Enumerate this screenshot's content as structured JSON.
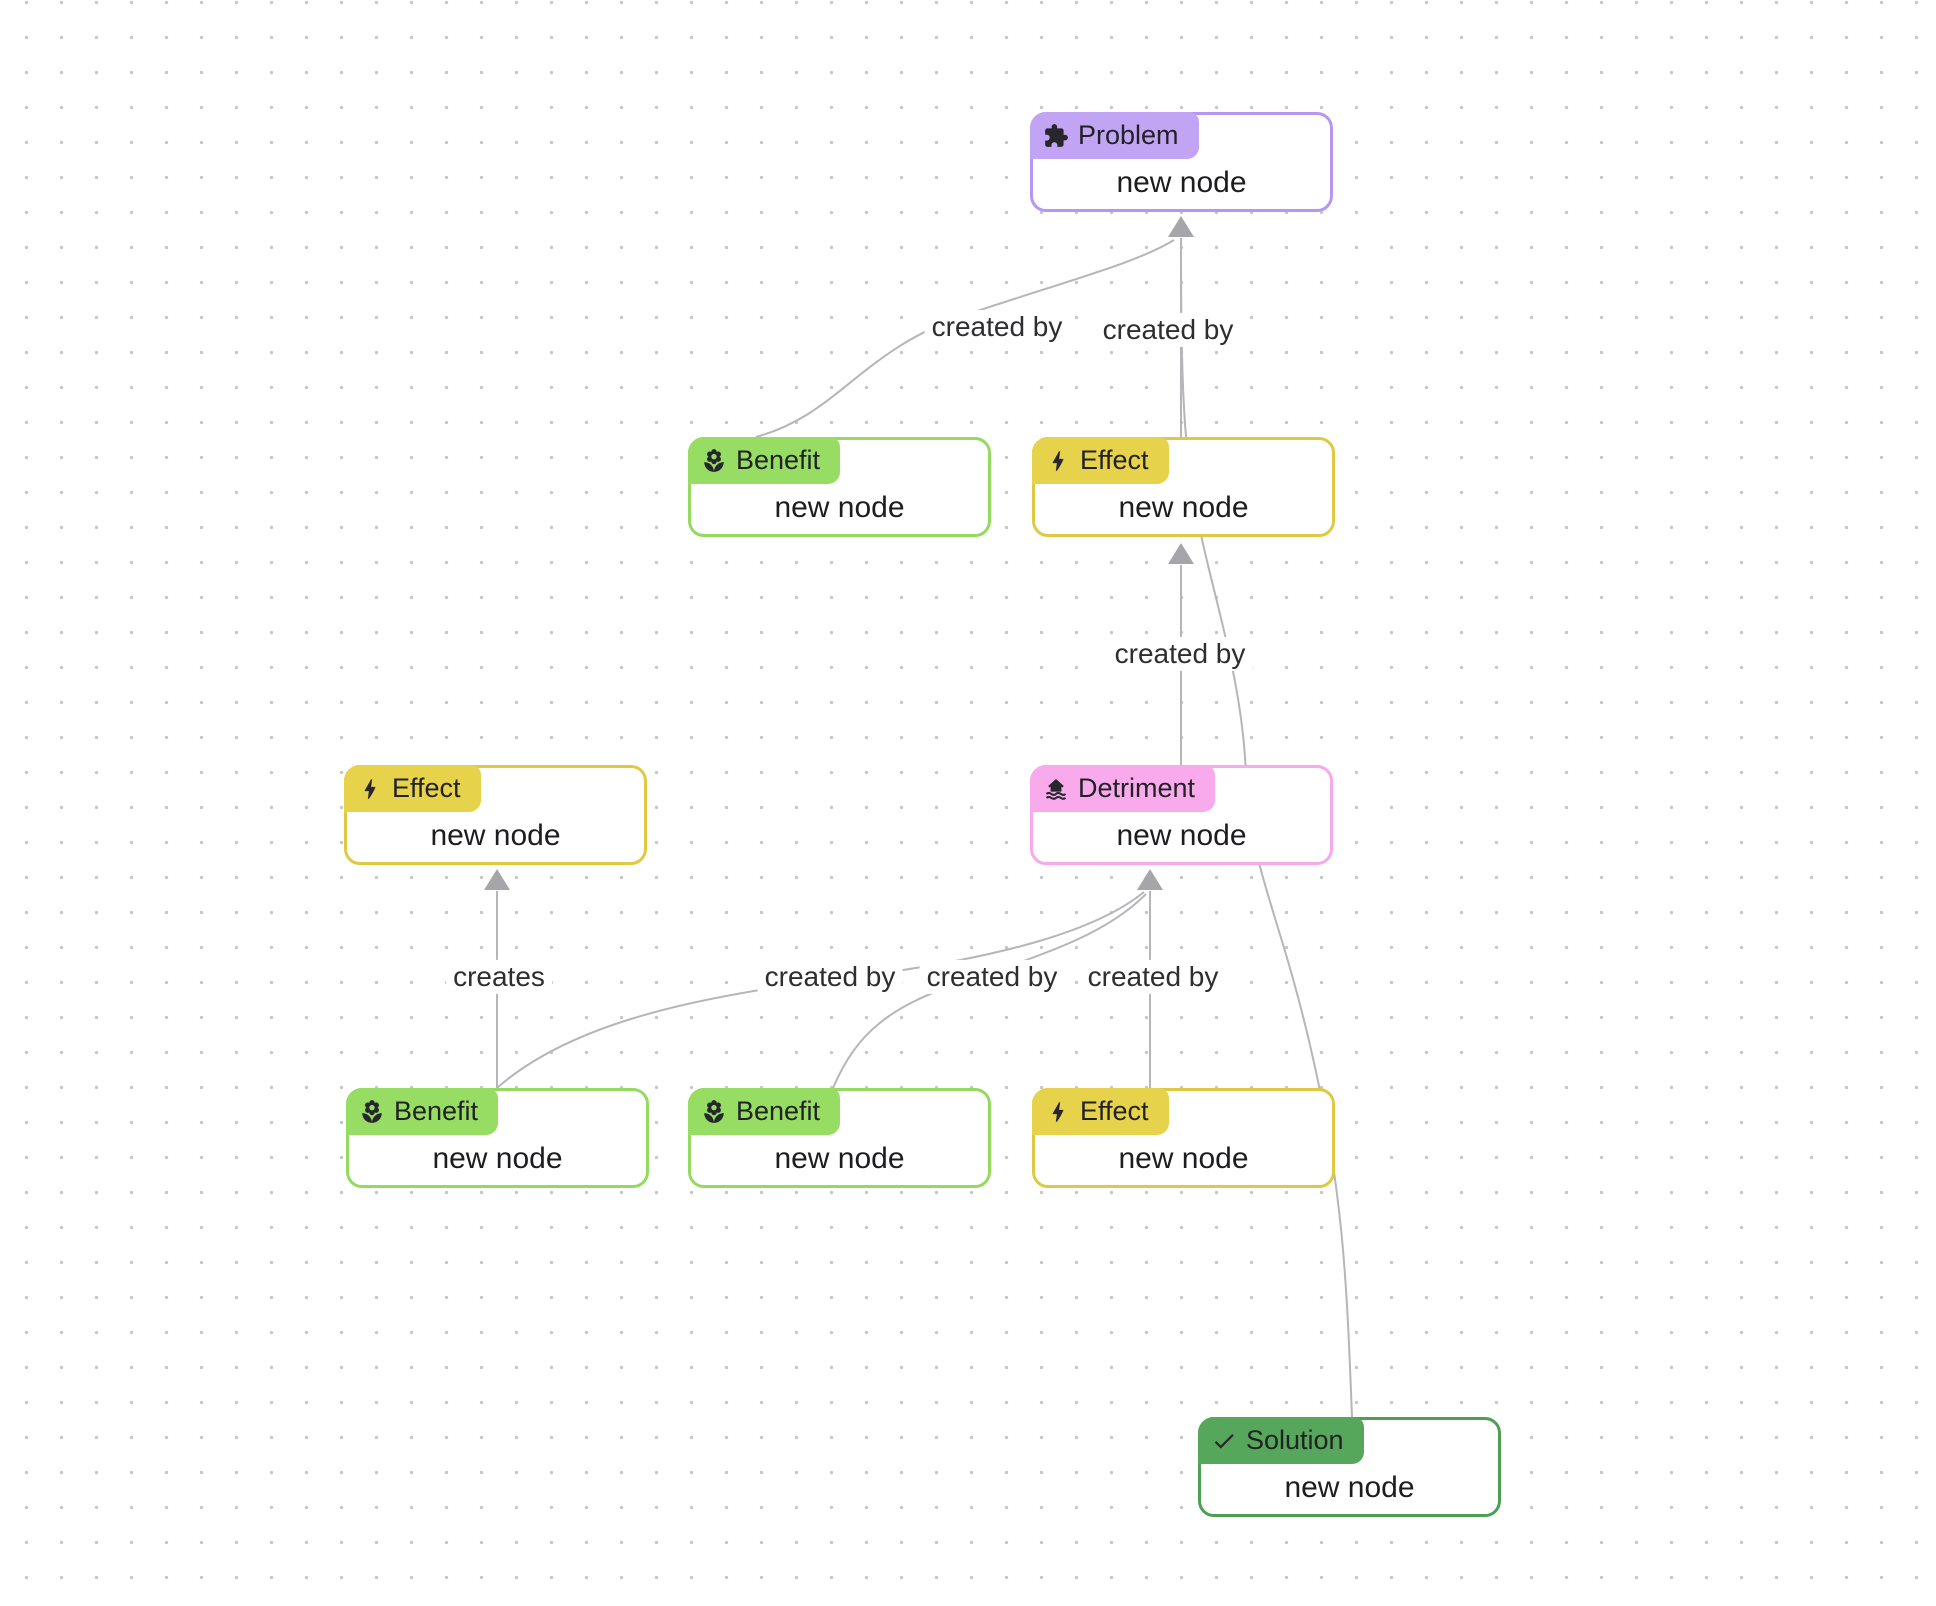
{
  "canvas": {
    "background": "#ffffff",
    "grid_dot_color": "#c7c7c7",
    "edge_color": "#b5b5ba",
    "arrow_color": "#a6a6aa"
  },
  "node_types": {
    "problem": {
      "label": "Problem",
      "accent": "#c2a4f4",
      "icon": "puzzle-icon"
    },
    "benefit": {
      "label": "Benefit",
      "accent": "#97dd64",
      "icon": "flower-icon"
    },
    "effect": {
      "label": "Effect",
      "accent": "#e7d24c",
      "icon": "bolt-icon"
    },
    "detriment": {
      "label": "Detriment",
      "accent": "#f9aaec",
      "icon": "flood-icon"
    },
    "solution": {
      "label": "Solution",
      "accent": "#56a75b",
      "icon": "check-icon"
    }
  },
  "nodes": [
    {
      "id": "problem-1",
      "type": "Problem",
      "title": "new node"
    },
    {
      "id": "benefit-1",
      "type": "Benefit",
      "title": "new node"
    },
    {
      "id": "effect-1",
      "type": "Effect",
      "title": "new node"
    },
    {
      "id": "effect-2",
      "type": "Effect",
      "title": "new node"
    },
    {
      "id": "detriment-1",
      "type": "Detriment",
      "title": "new node"
    },
    {
      "id": "benefit-2",
      "type": "Benefit",
      "title": "new node"
    },
    {
      "id": "benefit-3",
      "type": "Benefit",
      "title": "new node"
    },
    {
      "id": "effect-3",
      "type": "Effect",
      "title": "new node"
    },
    {
      "id": "solution-1",
      "type": "Solution",
      "title": "new node"
    }
  ],
  "edges": [
    {
      "source": "benefit-1",
      "target": "problem-1",
      "label": "created by"
    },
    {
      "source": "effect-1",
      "target": "problem-1",
      "label": "created by"
    },
    {
      "source": "detriment-1",
      "target": "effect-1",
      "label": "created by"
    },
    {
      "source": "solution-1",
      "target": "problem-1",
      "label": ""
    },
    {
      "source": "benefit-2",
      "target": "effect-2",
      "label": "creates"
    },
    {
      "source": "benefit-2",
      "target": "detriment-1",
      "label": "created by"
    },
    {
      "source": "benefit-3",
      "target": "detriment-1",
      "label": "created by"
    },
    {
      "source": "effect-3",
      "target": "detriment-1",
      "label": "created by"
    }
  ]
}
